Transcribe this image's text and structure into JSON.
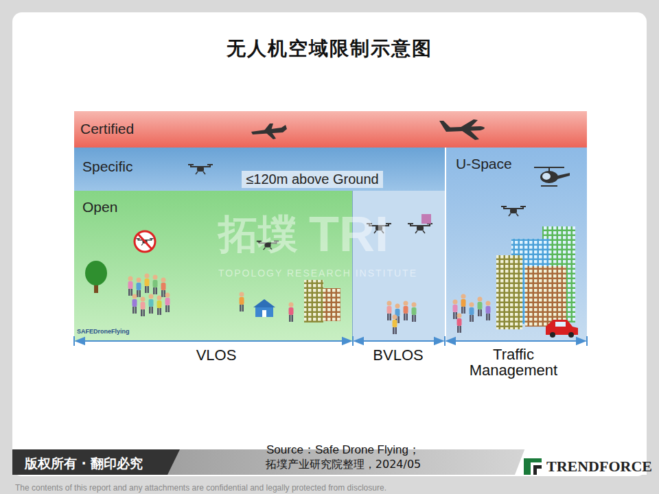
{
  "diagram": {
    "title": "无人机空域限制示意图",
    "nodes": [
      {
        "text": [
          "Certified"
        ]
      },
      {
        "text": [
          "Specific"
        ]
      },
      {
        "text": [
          "Open"
        ],
        "in": 1
      },
      {
        "text": [
          "U-Space"
        ]
      }
    ],
    "labels": [
      "≤120m above Ground",
      "拓墣",
      "TRI",
      "TOPOLOGY RESEARCH INSTITUTE",
      "SAFEDroneFlying",
      "VLOS",
      "BVLOS",
      "Traffic Management",
      "Source：Safe Drone Flying；",
      "拓墣产业研究院整理，2024/05",
      "版权所有 · 翻印必究",
      "TRENDFORCE",
      "The contents of this report and any attachments are confidential and legally protected from disclosure."
    ]
  }
}
